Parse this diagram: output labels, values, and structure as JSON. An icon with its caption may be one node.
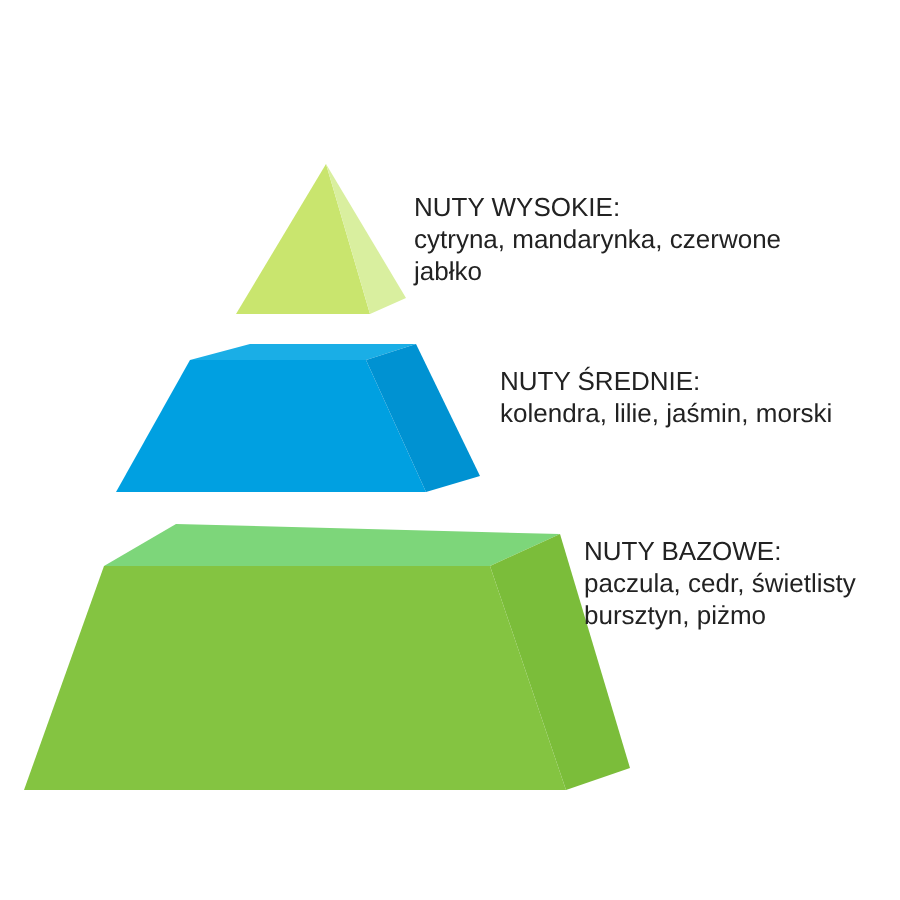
{
  "diagram": {
    "nodes": [
      {
        "text": [
          "NUTY WYSOKIE:",
          "cytryna, mandarynka, czerwone jabłko"
        ]
      },
      {
        "text": [
          "NUTY ŚREDNIE:",
          "kolendra, lilie, jaśmin, morski"
        ]
      },
      {
        "text": [
          "NUTY BAZOWE:",
          "paczula, cedr, świetlisty bursztyn, piżmo"
        ]
      }
    ]
  }
}
